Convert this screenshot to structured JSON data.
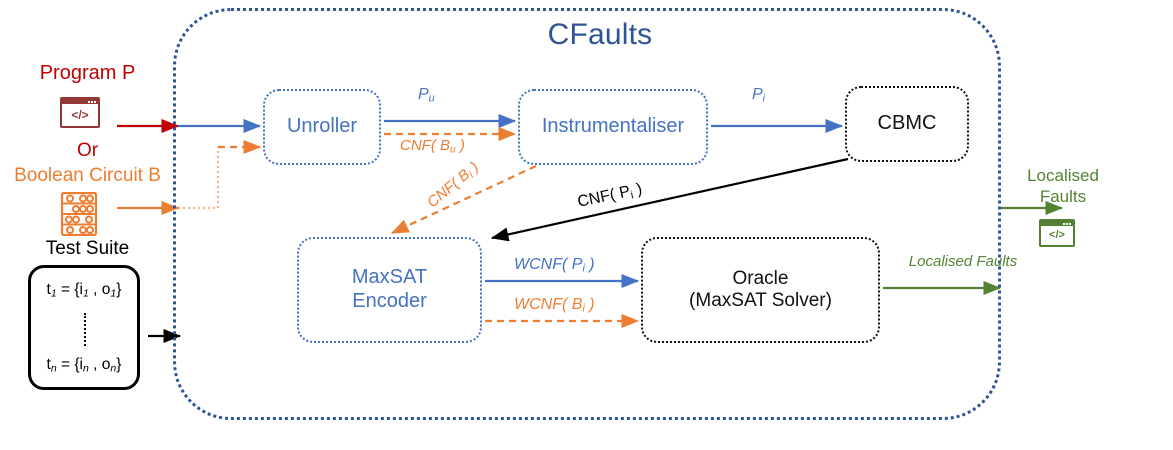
{
  "diagram": {
    "title": "CFaults",
    "container_name": "CFaults pipeline boundary"
  },
  "colors": {
    "blue": "#4472C4",
    "dark_blue": "#2E5496",
    "orange": "#ED7D31",
    "dark_red": "#C00000",
    "icon_red": "#953735",
    "green": "#548235",
    "black": "#000000"
  },
  "inputs": {
    "program_label": "Program P",
    "or_label": "Or",
    "boolean_label": "Boolean Circuit B",
    "test_suite_label": "Test Suite",
    "program_icon": "code-window-icon",
    "boolean_icon": "abacus-icon",
    "test_suite": {
      "row1": "t₁ = {i₁ , o₁}",
      "row2": "tₙ = {iₙ , oₙ}",
      "vertical_ellipsis": "⋮"
    }
  },
  "modules": [
    {
      "id": "unroller",
      "label": "Unroller",
      "style": "blue"
    },
    {
      "id": "instrumentaliser",
      "label": "Instrumentaliser",
      "style": "blue"
    },
    {
      "id": "cbmc",
      "label": "CBMC",
      "style": "black"
    },
    {
      "id": "maxsat_encoder",
      "label_line1": "MaxSAT",
      "label_line2": "Encoder",
      "style": "blue"
    },
    {
      "id": "oracle",
      "label_line1": "Oracle",
      "label_line2": "(MaxSAT Solver)",
      "style": "black"
    }
  ],
  "edge_labels": {
    "p_u": "P",
    "p_u_sub": "u",
    "cnf_bu": "CNF( B",
    "cnf_bu_sub": "u",
    "cnf_bu_tail": " )",
    "p_i": "P",
    "p_i_sub": "i",
    "cnf_bi": "CNF( B",
    "cnf_bi_sub": "i",
    "cnf_bi_tail": " )",
    "cnf_pi": "CNF( P",
    "cnf_pi_sub": "i",
    "cnf_pi_tail": " )",
    "wcnf_pi": "WCNF( P",
    "wcnf_pi_sub": "i",
    "wcnf_pi_tail": " )",
    "wcnf_bi": "WCNF( B",
    "wcnf_bi_sub": "i",
    "wcnf_bi_tail": " )",
    "localised_faults_edge": "Localised Faults"
  },
  "outputs": {
    "localised_faults_label": "Localised Faults",
    "localised_faults_icon": "code-window-icon"
  }
}
